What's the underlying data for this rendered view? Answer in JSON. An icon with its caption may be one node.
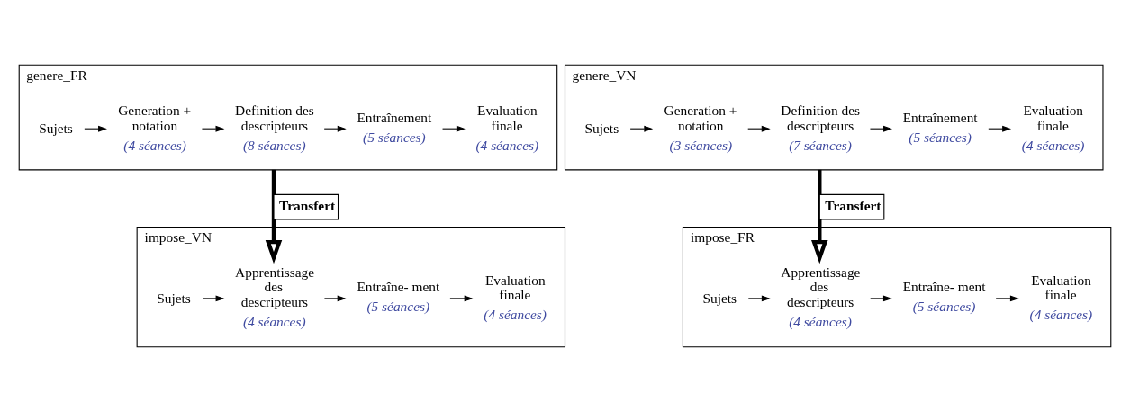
{
  "diagram": {
    "nodes": [
      {
        "text": [
          "genere_FR"
        ]
      },
      {
        "text": [
          "Sujets"
        ],
        "in": 0
      },
      {
        "text": [
          "Generation + notation"
        ],
        "in": 0,
        "beside": [
          "(4 séances)"
        ]
      },
      {
        "text": [
          "Definition des descripteurs"
        ],
        "in": 0,
        "beside": [
          "(8 séances)"
        ]
      },
      {
        "text": [
          "Entraînement"
        ],
        "in": 0,
        "beside": [
          "(5 séances)"
        ]
      },
      {
        "text": [
          "Evaluation finale"
        ],
        "in": 0,
        "beside": [
          "(4 séances)"
        ]
      },
      {
        "text": [
          "genere_VN"
        ]
      },
      {
        "text": [
          "Sujets"
        ],
        "in": 6
      },
      {
        "text": [
          "Generation + notation"
        ],
        "in": 6,
        "beside": [
          "(3 séances)"
        ]
      },
      {
        "text": [
          "Definition des descripteurs"
        ],
        "in": 6,
        "beside": [
          "(7 séances)"
        ]
      },
      {
        "text": [
          "Entraînement"
        ],
        "in": 6,
        "beside": [
          "(5 séances)"
        ]
      },
      {
        "text": [
          "Evaluation finale"
        ],
        "in": 6,
        "beside": [
          "(4 séances)"
        ]
      },
      {
        "text": [
          "impose_VN"
        ]
      },
      {
        "text": [
          "Sujets"
        ],
        "in": 12
      },
      {
        "text": [
          "Apprentissage des descripteurs"
        ],
        "in": 12,
        "beside": [
          "(4 séances)"
        ]
      },
      {
        "text": [
          "Entraîne- ment"
        ],
        "in": 12,
        "beside": [
          "(5 séances)"
        ]
      },
      {
        "text": [
          "Evaluation finale"
        ],
        "in": 12,
        "beside": [
          "(4 séances)"
        ]
      },
      {
        "text": [
          "impose_FR"
        ]
      },
      {
        "text": [
          "Sujets"
        ],
        "in": 17
      },
      {
        "text": [
          "Apprentissage des descripteurs"
        ],
        "in": 17,
        "beside": [
          "(4 séances)"
        ]
      },
      {
        "text": [
          "Entraîne- ment"
        ],
        "in": 17,
        "beside": [
          "(5 séances)"
        ]
      },
      {
        "text": [
          "Evaluation finale"
        ],
        "in": 17,
        "beside": [
          "(4 séances)"
        ]
      }
    ],
    "edges": [
      {
        "from": 1,
        "to": 2,
        "arrow": "to"
      },
      {
        "from": 2,
        "to": 3,
        "arrow": "to"
      },
      {
        "from": 3,
        "to": 4,
        "arrow": "to"
      },
      {
        "from": 4,
        "to": 5,
        "arrow": "to"
      },
      {
        "from": 7,
        "to": 8,
        "arrow": "to"
      },
      {
        "from": 8,
        "to": 9,
        "arrow": "to"
      },
      {
        "from": 9,
        "to": 10,
        "arrow": "to"
      },
      {
        "from": 10,
        "to": 11,
        "arrow": "to"
      },
      {
        "from": 0,
        "to": 14,
        "arrow": "to",
        "label": "Transfert",
        "style": "thick"
      },
      {
        "from": 13,
        "to": 14,
        "arrow": "to"
      },
      {
        "from": 14,
        "to": 15,
        "arrow": "to"
      },
      {
        "from": 15,
        "to": 16,
        "arrow": "to"
      },
      {
        "from": 6,
        "to": 19,
        "arrow": "to",
        "label": "Transfert",
        "style": "thick"
      },
      {
        "from": 18,
        "to": 19,
        "arrow": "to"
      },
      {
        "from": 19,
        "to": 20,
        "arrow": "to"
      },
      {
        "from": 20,
        "to": 21,
        "arrow": "to"
      }
    ]
  }
}
